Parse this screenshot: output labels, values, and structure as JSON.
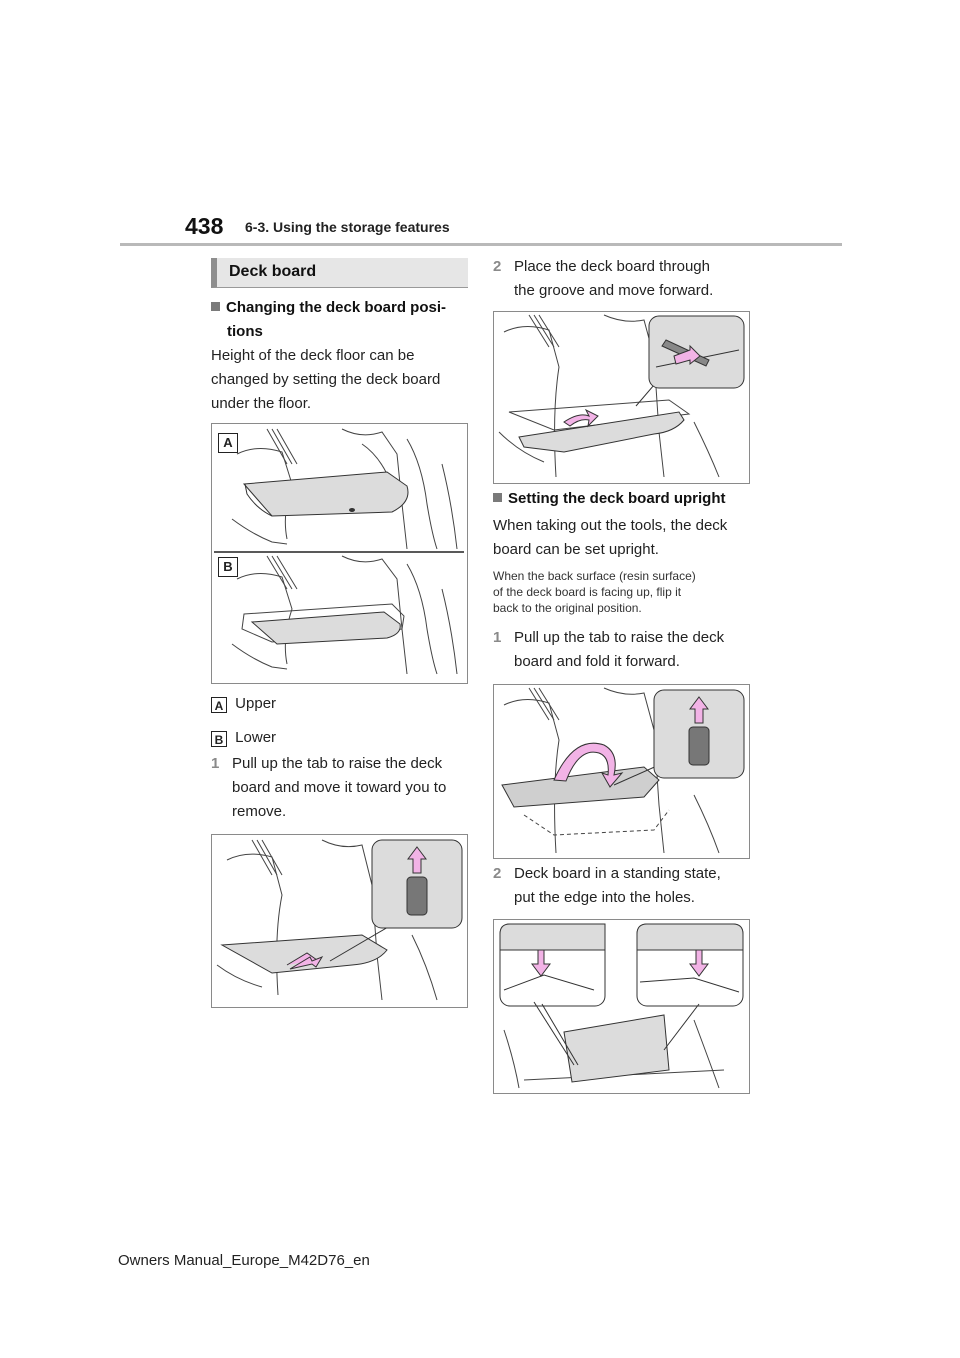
{
  "header": {
    "page_number": "438",
    "section": "6-3. Using the storage features"
  },
  "section_title": "Deck board",
  "left": {
    "subheading": "Changing the deck board positions",
    "subheading_line1": "Changing the deck board posi-",
    "subheading_line2": "tions",
    "intro": "Height of the deck floor can be changed by setting the deck board under the floor.",
    "intro_lines": [
      "Height of the deck floor can be",
      "changed by setting the deck board",
      "under the floor."
    ],
    "figure_tags": [
      "A",
      "B"
    ],
    "legend": [
      {
        "tag": "A",
        "label": "Upper"
      },
      {
        "tag": "B",
        "label": "Lower"
      }
    ],
    "step1": {
      "num": "1",
      "lines": [
        "Pull up the tab to raise the deck",
        "board and move it toward you to",
        "remove."
      ]
    }
  },
  "right": {
    "step2": {
      "num": "2",
      "lines": [
        "Place the deck board through",
        "the groove and move forward."
      ]
    },
    "subheading": "Setting the deck board upright",
    "intro_lines": [
      "When taking out the tools, the deck",
      "board can be set upright."
    ],
    "note_lines": [
      "When the back surface (resin surface)",
      "of the deck board is facing up, flip it",
      "back to the original position."
    ],
    "stepA": {
      "num": "1",
      "lines": [
        "Pull up the tab to raise the deck",
        "board and fold it forward."
      ]
    },
    "stepB": {
      "num": "2",
      "lines": [
        "Deck board in a standing state,",
        "put the edge into the holes."
      ]
    }
  },
  "footer": "Owners Manual_Europe_M42D76_en",
  "colors": {
    "arrow_pink": "#f2b3e6",
    "board_gray": "#dcdcdc",
    "rule_gray": "#b9b9b9"
  }
}
